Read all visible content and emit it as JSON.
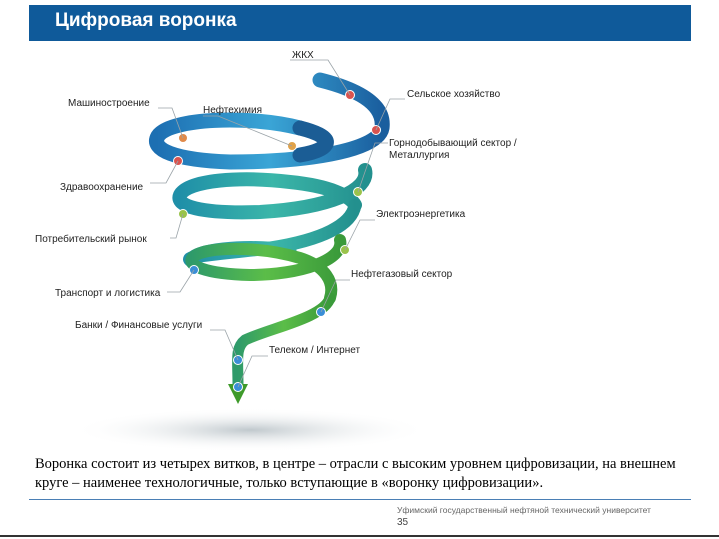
{
  "header": {
    "title": "Цифровая воронка"
  },
  "funnel": {
    "labels": {
      "zhkh": "ЖКХ",
      "agri": "Сельское хозяйство",
      "mining_1": "Горнодобывающий сектор /",
      "mining_2": "Металлургия",
      "energy": "Электроэнергетика",
      "oilgas": "Нефтегазовый сектор",
      "telecom": "Телеком / Интернет",
      "mech": "Машиностроение",
      "petro": "Нефтехимия",
      "health": "Здравоохранение",
      "consumer": "Потребительский рынок",
      "transport": "Транспорт и логистика",
      "banks": "Банки / Финансовые услуги"
    },
    "colors": {
      "outer": "#1f6fb0",
      "upper": "#2a9ac4",
      "middle": "#2aa79a",
      "inner": "#5aa832",
      "arrow": "#3e9a2a"
    }
  },
  "caption": "Воронка состоит из четырех витков, в центре – отрасли с высоким уровнем цифровизации, на внешнем круге – наименее технологичные, только вступающие в «воронку цифровизации».",
  "footer": {
    "university": "Уфимский государственный нефтяной технический университет",
    "page": "35"
  }
}
